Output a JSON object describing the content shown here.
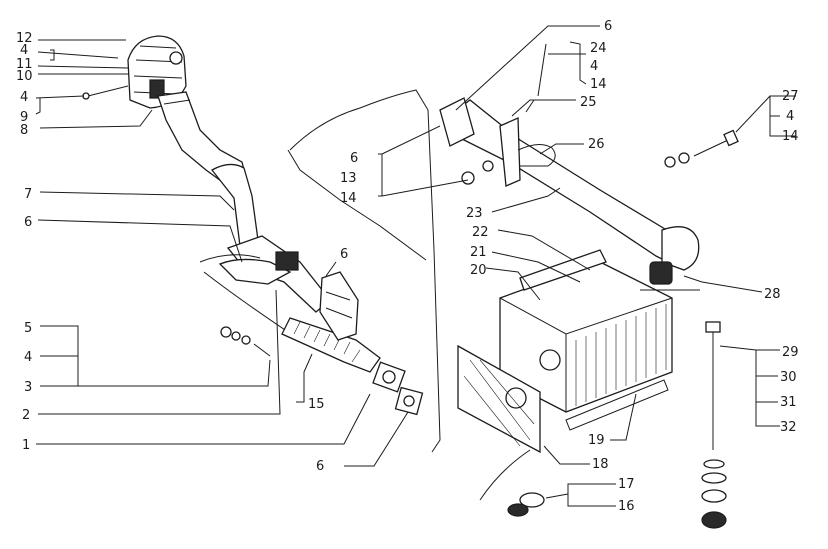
{
  "diagram": {
    "callouts": [
      {
        "id": "c12a",
        "text": "12"
      },
      {
        "id": "c4a",
        "text": "4"
      },
      {
        "id": "c11",
        "text": "11"
      },
      {
        "id": "c10",
        "text": "10"
      },
      {
        "id": "c4b",
        "text": "4"
      },
      {
        "id": "c9",
        "text": "9"
      },
      {
        "id": "c8",
        "text": "8"
      },
      {
        "id": "c7",
        "text": "7"
      },
      {
        "id": "c6a",
        "text": "6"
      },
      {
        "id": "c6b",
        "text": "6"
      },
      {
        "id": "c5",
        "text": "5"
      },
      {
        "id": "c4c",
        "text": "4"
      },
      {
        "id": "c3",
        "text": "3"
      },
      {
        "id": "c2",
        "text": "2"
      },
      {
        "id": "c15",
        "text": "15"
      },
      {
        "id": "c1",
        "text": "1"
      },
      {
        "id": "c6c",
        "text": "6"
      },
      {
        "id": "c6d",
        "text": "6"
      },
      {
        "id": "c24",
        "text": "24"
      },
      {
        "id": "c4d",
        "text": "4"
      },
      {
        "id": "c14a",
        "text": "14"
      },
      {
        "id": "c25",
        "text": "25"
      },
      {
        "id": "c26",
        "text": "26"
      },
      {
        "id": "c6e",
        "text": "6"
      },
      {
        "id": "c13",
        "text": "13"
      },
      {
        "id": "c14b",
        "text": "14"
      },
      {
        "id": "c23",
        "text": "23"
      },
      {
        "id": "c27",
        "text": "27"
      },
      {
        "id": "c4e",
        "text": "4"
      },
      {
        "id": "c14c",
        "text": "14"
      },
      {
        "id": "c22",
        "text": "22"
      },
      {
        "id": "c21",
        "text": "21"
      },
      {
        "id": "c20",
        "text": "20"
      },
      {
        "id": "c28",
        "text": "28"
      },
      {
        "id": "c29",
        "text": "29"
      },
      {
        "id": "c30",
        "text": "30"
      },
      {
        "id": "c31",
        "text": "31"
      },
      {
        "id": "c32",
        "text": "32"
      },
      {
        "id": "c19",
        "text": "19"
      },
      {
        "id": "c18",
        "text": "18"
      },
      {
        "id": "c17",
        "text": "17"
      },
      {
        "id": "c16",
        "text": "16"
      }
    ]
  }
}
